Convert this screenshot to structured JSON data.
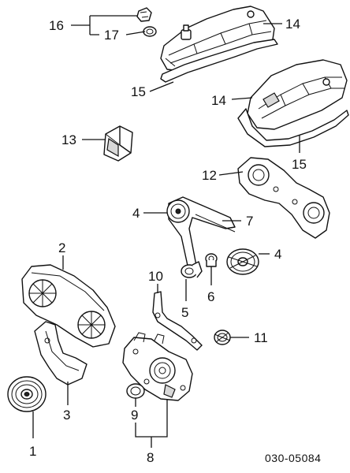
{
  "callouts": {
    "c1": "1",
    "c2": "2",
    "c3": "3",
    "c4a": "4",
    "c4b": "4",
    "c5": "5",
    "c6": "6",
    "c7": "7",
    "c8": "8",
    "c9": "9",
    "c10": "10",
    "c11": "11",
    "c12": "12",
    "c13": "13",
    "c14a": "14",
    "c14b": "14",
    "c15a": "15",
    "c15b": "15",
    "c16": "16",
    "c17": "17"
  },
  "diagram_code": "030-05084",
  "colors": {
    "line": "#111111",
    "shade": "#d8d8d8",
    "background": "#ffffff"
  }
}
